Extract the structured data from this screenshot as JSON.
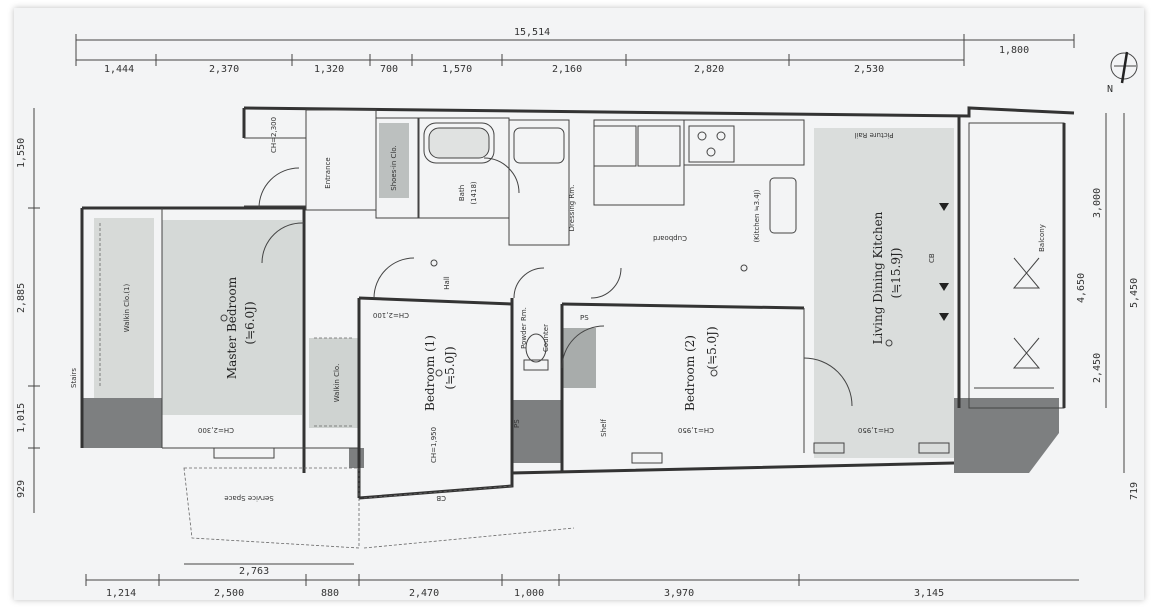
{
  "dimensions": {
    "top_total": "15,514",
    "top_segments": [
      "1,444",
      "2,370",
      "1,320",
      "700",
      "1,570",
      "2,160",
      "2,820",
      "2,530"
    ],
    "top_right": "1,800",
    "left": [
      "1,550",
      "2,885",
      "1,015",
      "929"
    ],
    "bottom_segments": [
      "1,214",
      "2,500",
      "880",
      "2,470",
      "1,000",
      "3,970",
      "3,145"
    ],
    "bottom_inner": "2,763",
    "right": [
      "3,000",
      "4,650",
      "2,450",
      "5,450",
      "719"
    ]
  },
  "rooms": {
    "master_bedroom": "Master Bedroom",
    "master_bedroom_area": "(≒6.0J)",
    "bedroom1": "Bedroom (1)",
    "bedroom1_area": "(≒5.0J)",
    "bedroom2": "Bedroom (2)",
    "bedroom2_area": "(≒5.0J)",
    "ldk": "Living Dining Kitchen",
    "ldk_area": "(≒15.9J)",
    "kitchen": "(Kitchen ≒3.4J)",
    "hall": "Hall",
    "entrance": "Entrance",
    "bath": "Bath",
    "bath_size": "(1418)",
    "dressing": "Dressing Rm.",
    "powder": "Powder Rm.",
    "balcony": "Balcony",
    "service_space": "Service Space",
    "stairs": "Stairs",
    "wic": "Walkin Clo.",
    "wic1": "Walkin Clo.(1)",
    "cupboard": "Cupboard",
    "shoes": "Shoes-in Clo.",
    "picture_rail": "Picture Rail",
    "shelf": "Shelf",
    "counter": "Counter"
  },
  "codes": {
    "ps": "PS",
    "cb": "CB",
    "ch1": "CH=2,100",
    "ch2": "CH=1,950",
    "ch3": "CH=2,300"
  },
  "compass": "N"
}
